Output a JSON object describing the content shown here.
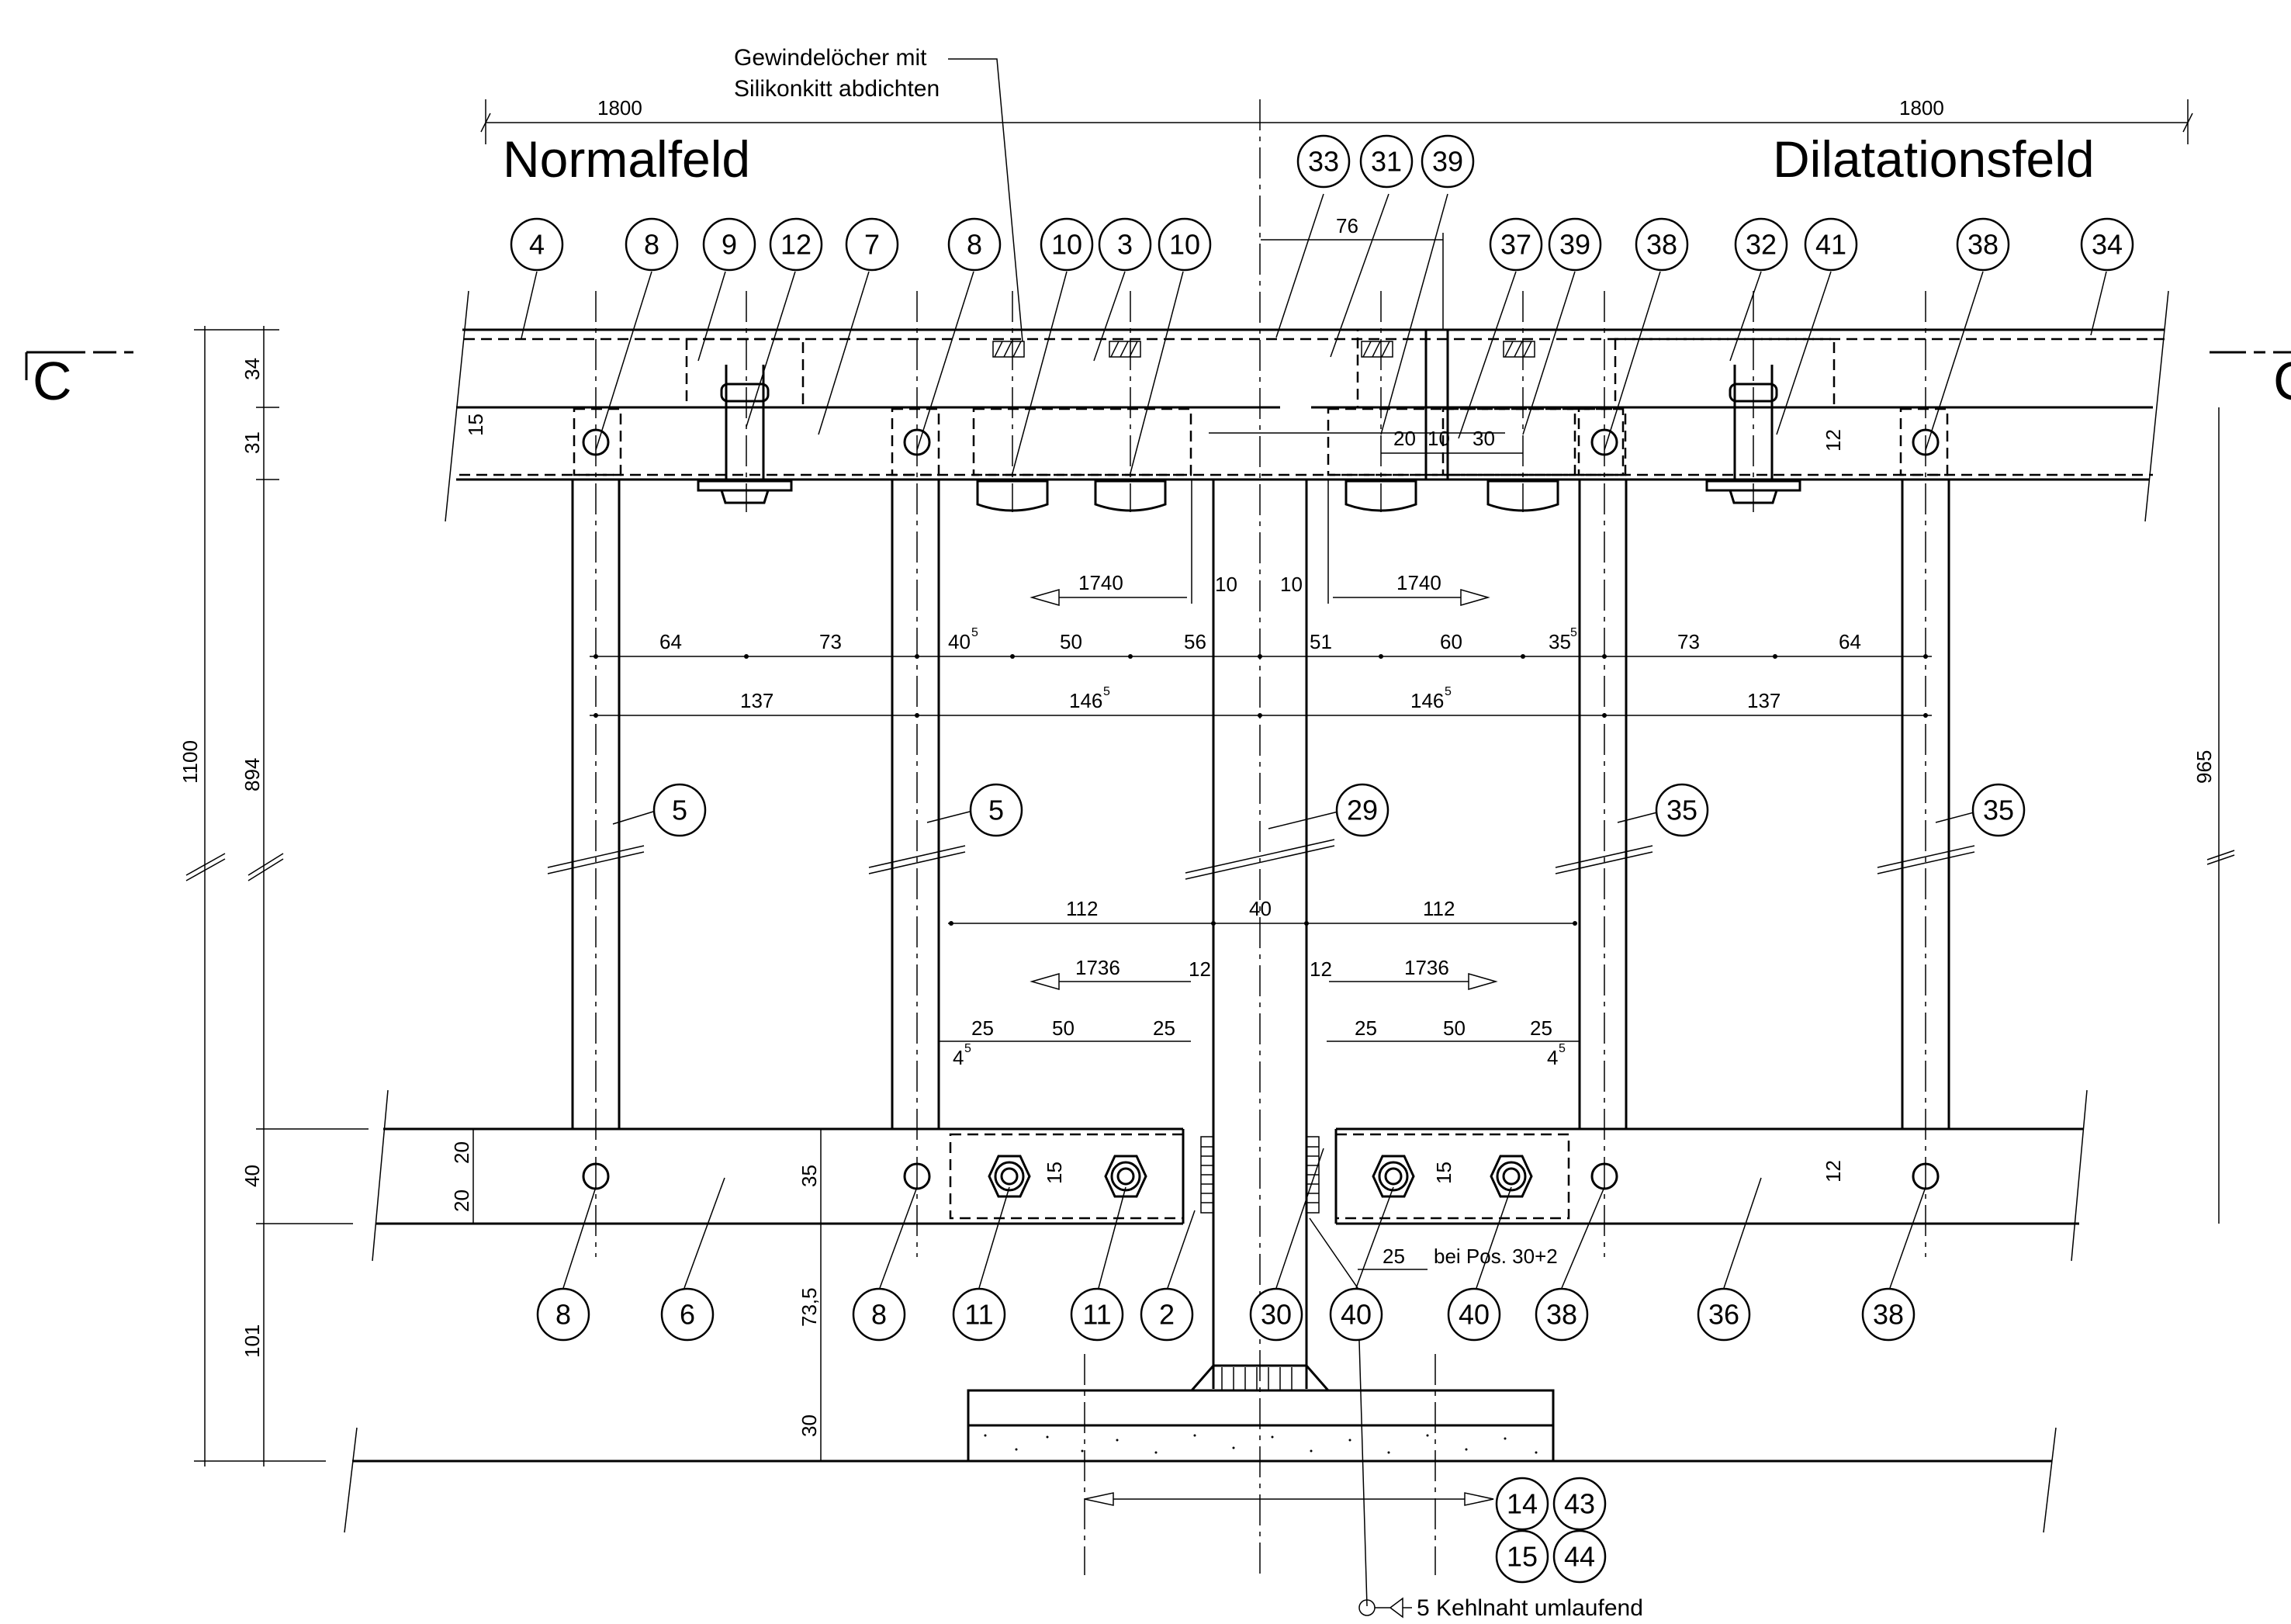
{
  "drawing": {
    "note": {
      "line1": "Gewindelöcher mit",
      "line2": "Silikonkitt abdichten"
    },
    "section_marker": "C",
    "titles": {
      "left": "Normalfeld",
      "right": "Dilatationsfeld"
    },
    "top_spans": {
      "left": "1800",
      "right": "1800"
    },
    "weld_note": "5 Kehlnaht umlaufend",
    "pos_note": "bei Pos. 30+2",
    "dimensions": {
      "d_76": "76",
      "d_20": "20",
      "d_10a": "10",
      "d_30": "30",
      "d_1740_left": "1740",
      "d_10_left": "10",
      "d_10_right": "10",
      "d_1740_right": "1740",
      "d_64_left": "64",
      "d_73_left": "73",
      "d_40_5": "40",
      "d_50_top": "50",
      "d_56": "56",
      "d_51": "51",
      "d_60": "60",
      "d_35_5": "35",
      "d_73_right": "73",
      "d_64_right": "64",
      "d_137_left": "137",
      "d_146_left": "146",
      "d_146_right": "146",
      "d_137_right": "137",
      "d_112_left": "112",
      "d_40_mid": "40",
      "d_112_right": "112",
      "d_1736_left": "1736",
      "d_12_left": "12",
      "d_12_right": "12",
      "d_1736_right": "1736",
      "d_25_a": "25",
      "d_50_a": "50",
      "d_25_b": "25",
      "d_25_c": "25",
      "d_50_b": "50",
      "d_25_d": "25",
      "d_4_left": "4",
      "d_4_right": "4",
      "d_15_bolt_left": "15",
      "d_15_bolt_right": "15",
      "d_25_bottom": "25",
      "d_15_top": "15",
      "d_12_top": "12",
      "d_12_bottom": "12",
      "v_34": "34",
      "v_31": "31",
      "v_1100": "1100",
      "v_894": "894",
      "v_40": "40",
      "v_20_a": "20",
      "v_20_b": "20",
      "v_35": "35",
      "v_73_5": "73,5",
      "v_101": "101",
      "v_30": "30",
      "v_965": "965",
      "sup_5": "5"
    },
    "bubbles": {
      "b33": "33",
      "b31": "31",
      "b39a": "39",
      "b4": "4",
      "b8a": "8",
      "b9": "9",
      "b12": "12",
      "b7": "7",
      "b8b": "8",
      "b10a": "10",
      "b3": "3",
      "b10b": "10",
      "b37": "37",
      "b39b": "39",
      "b38a": "38",
      "b32": "32",
      "b41": "41",
      "b38b": "38",
      "b34": "34",
      "b5a": "5",
      "b5b": "5",
      "b29": "29",
      "b35a": "35",
      "b35b": "35",
      "b8c": "8",
      "b6": "6",
      "b8d": "8",
      "b11a": "11",
      "b11b": "11",
      "b2": "2",
      "b30": "30",
      "b40a": "40",
      "b40b": "40",
      "b38c": "38",
      "b36": "36",
      "b38d": "38",
      "b14": "14",
      "b43": "43",
      "b15": "15",
      "b44": "44"
    }
  }
}
